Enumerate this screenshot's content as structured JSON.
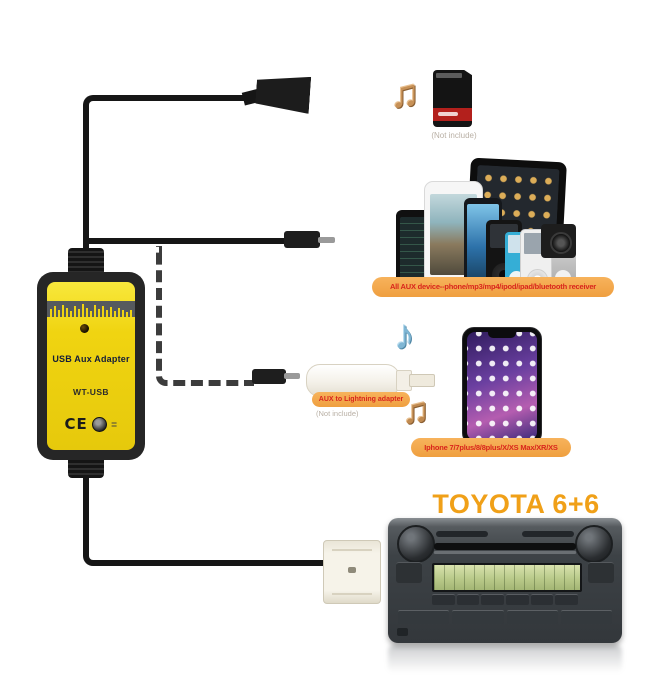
{
  "adapter": {
    "title": "USB Aux Adapter",
    "model": "WT-USB",
    "cert_mark": "CE"
  },
  "notes": {
    "sd_not_include": "(Not include)",
    "lightning_not_include": "(Not include)"
  },
  "labels": {
    "aux_devices": "All AUX device--phone/mp3/mp4/ipod/ipad/bluetooth receiver",
    "lightning_adapter": "AUX to Lightning adapter",
    "iphone_models": "Iphone 7/7plus/8/8plus/X/XS Max/XR/XS",
    "headunit": "TOYOTA 6+6"
  },
  "icons": {
    "music_note_double": "♫",
    "music_note_single": "♪",
    "ce_extra_mark": "≣"
  },
  "colors": {
    "adapter_yellow": "#f0d411",
    "label_pill_orange": "#f2a74e",
    "label_text_red": "#d9251d",
    "toyota_orange": "#f0a018",
    "cable_black": "#161616",
    "sd_red": "#b3201c"
  }
}
